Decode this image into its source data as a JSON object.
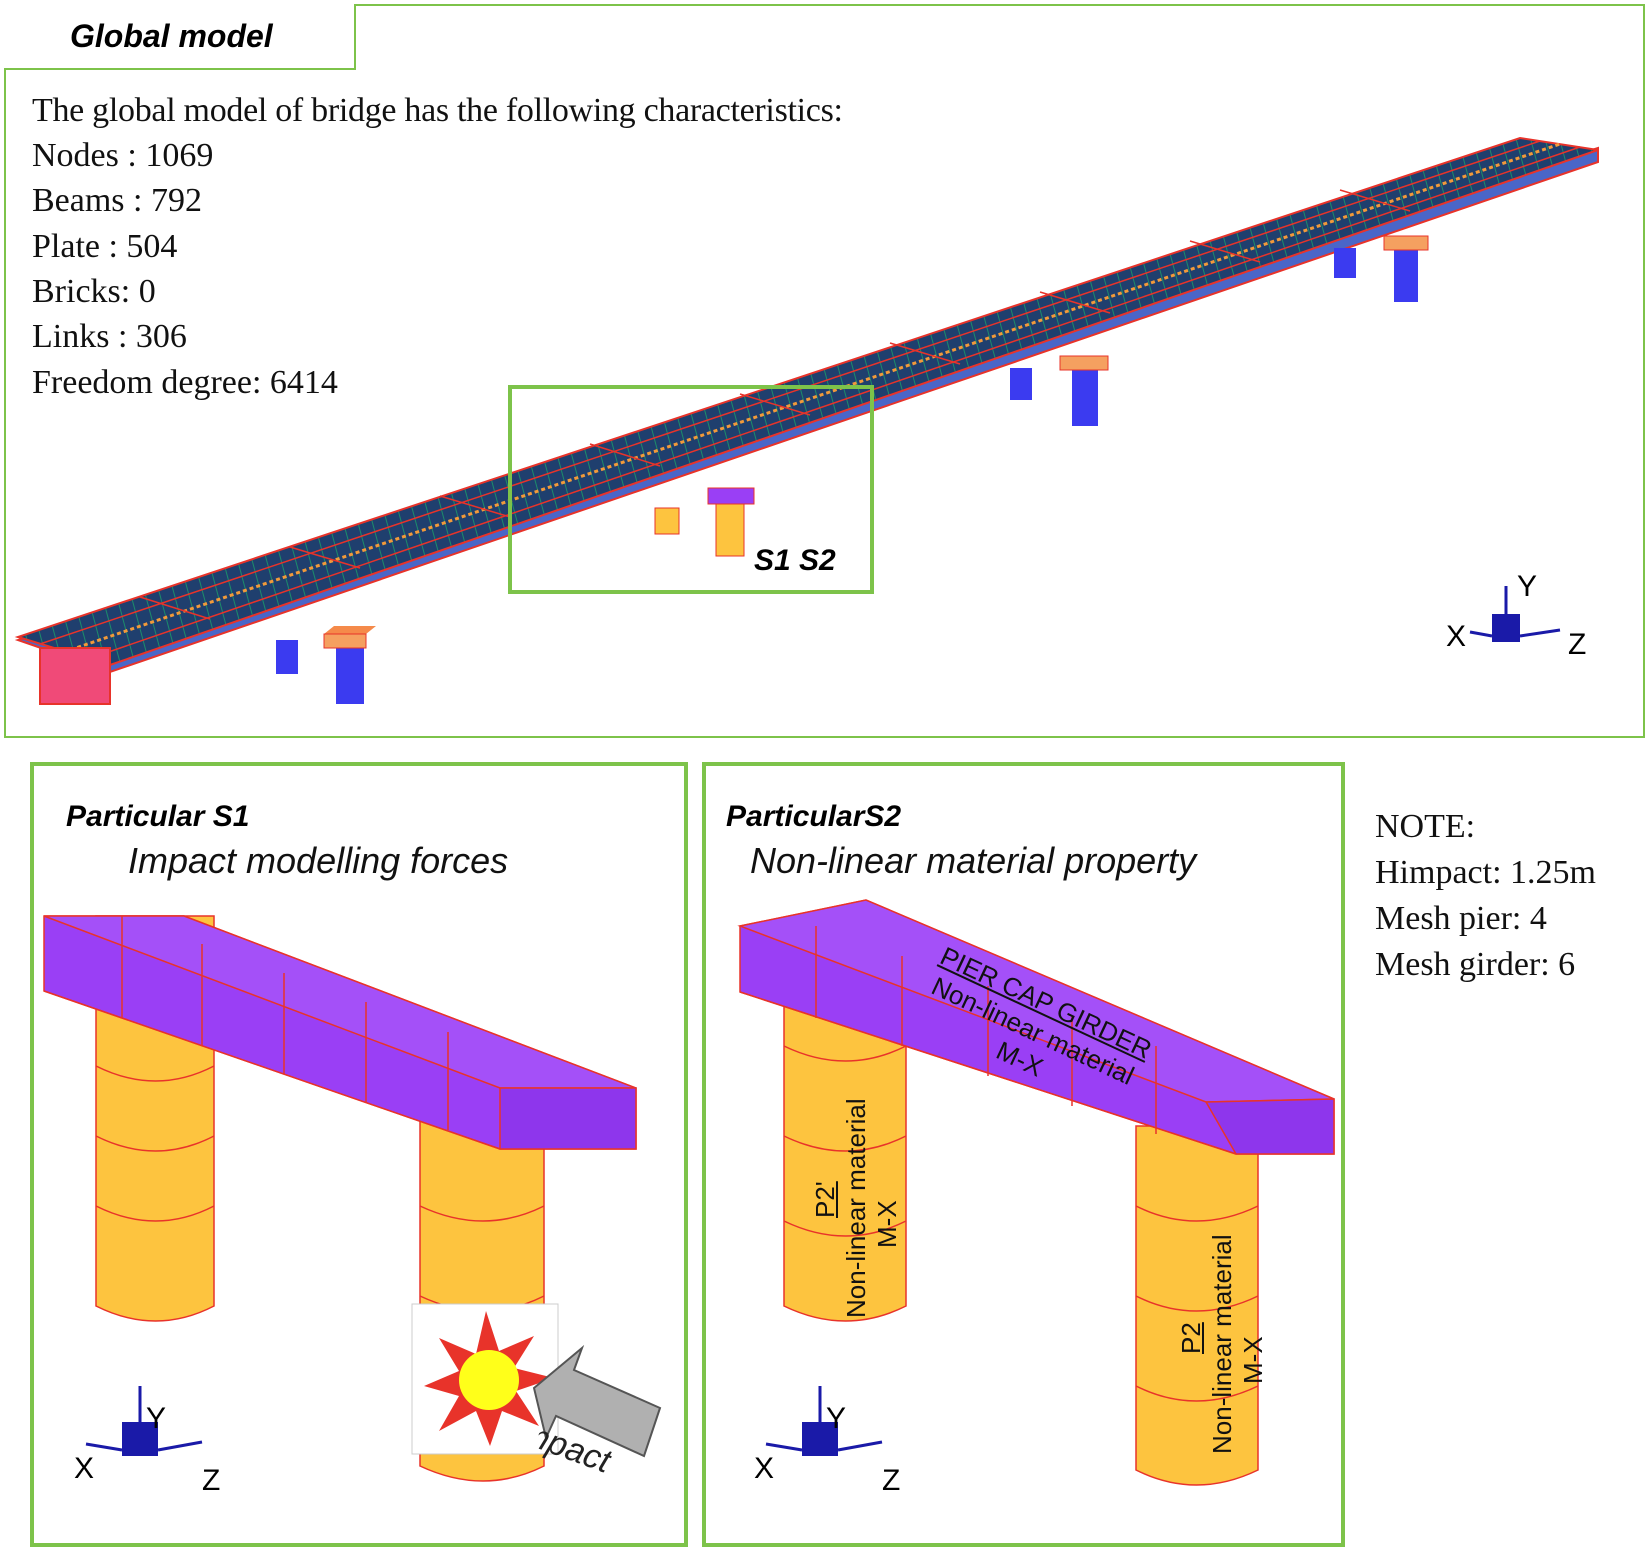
{
  "global": {
    "title": "Global model",
    "intro": "The global model of bridge has the following characteristics:",
    "stats": [
      "Nodes : 1069",
      "Beams : 792",
      "Plate : 504",
      "Bricks: 0",
      "Links : 306",
      "Freedom degree: 6414"
    ],
    "zoom_label": "S1 S2"
  },
  "axes": {
    "x": "X",
    "y": "Y",
    "z": "Z"
  },
  "panel_s1": {
    "title": "Particular S1",
    "subtitle": "Impact modelling forces",
    "impact_label": "Impact"
  },
  "panel_s2": {
    "title": "ParticularS2",
    "subtitle": "Non-linear material property",
    "cap_label_title": "PIER CAP GIRDER",
    "cap_label_material": "Non-linear material",
    "cap_label_mx": "M-X",
    "pier_left_id": "P2'",
    "pier_left_material": "Non-linear material",
    "pier_left_mx": "M-X",
    "pier_right_id": "P2",
    "pier_right_material": "Non-linear material",
    "pier_right_mx": "M-X"
  },
  "note": {
    "heading": "NOTE:",
    "lines": [
      "Himpact: 1.25m",
      "Mesh pier: 4",
      "Mesh girder: 6"
    ]
  },
  "colors": {
    "frame_green": "#7dc34a",
    "deck_navy": "#1f3f6e",
    "mesh_red": "#e8332a",
    "pier_blue": "#3b3bf0",
    "cap_orange": "#f58a4a",
    "pier_yellow": "#fdc43f",
    "cap_purple": "#9a3ff5"
  }
}
